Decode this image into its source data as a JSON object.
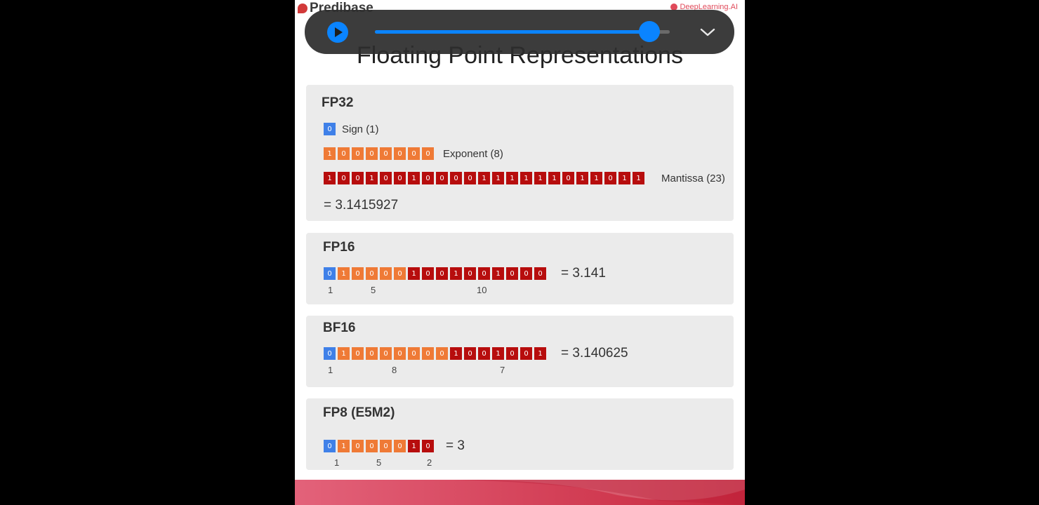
{
  "header": {
    "brand_left": "Predibase",
    "brand_right": "DeepLearning.AI"
  },
  "slide_title": "Floating Point Representations",
  "formats": {
    "fp32": {
      "title": "FP32",
      "sign_bits": [
        "0"
      ],
      "sign_label": "Sign (1)",
      "exponent_bits": [
        "1",
        "0",
        "0",
        "0",
        "0",
        "0",
        "0",
        "0"
      ],
      "exponent_label": "Exponent (8)",
      "mantissa_bits": [
        "1",
        "0",
        "0",
        "1",
        "0",
        "0",
        "1",
        "0",
        "0",
        "0",
        "0",
        "1",
        "1",
        "1",
        "1",
        "1",
        "1",
        "0",
        "1",
        "1",
        "0",
        "1",
        "1"
      ],
      "mantissa_label": "Mantissa (23)",
      "result": "= 3.1415927"
    },
    "fp16": {
      "title": "FP16",
      "sign_bits": [
        "0"
      ],
      "exponent_bits": [
        "1",
        "0",
        "0",
        "0",
        "0"
      ],
      "mantissa_bits": [
        "1",
        "0",
        "0",
        "1",
        "0",
        "0",
        "1",
        "0",
        "0",
        "0"
      ],
      "result": "= 3.141",
      "counts": [
        "1",
        "5",
        "10"
      ]
    },
    "bf16": {
      "title": "BF16",
      "sign_bits": [
        "0"
      ],
      "exponent_bits": [
        "1",
        "0",
        "0",
        "0",
        "0",
        "0",
        "0",
        "0"
      ],
      "mantissa_bits": [
        "1",
        "0",
        "0",
        "1",
        "0",
        "0",
        "1"
      ],
      "result": "= 3.140625",
      "counts": [
        "1",
        "8",
        "7"
      ]
    },
    "fp8": {
      "title": "FP8 (E5M2)",
      "sign_bits": [
        "0"
      ],
      "exponent_bits": [
        "1",
        "0",
        "0",
        "0",
        "0"
      ],
      "mantissa_bits": [
        "1",
        "0"
      ],
      "result": "= 3",
      "counts": [
        "1",
        "5",
        "2"
      ]
    }
  },
  "player": {
    "play_icon": "play-icon",
    "collapse_icon": "chevron-down-icon",
    "progress": 0.93,
    "accent_color": "#0a84ff"
  },
  "colors": {
    "sign": "#3f80e8",
    "exponent": "#ef7a36",
    "mantissa": "#b70d0d"
  }
}
